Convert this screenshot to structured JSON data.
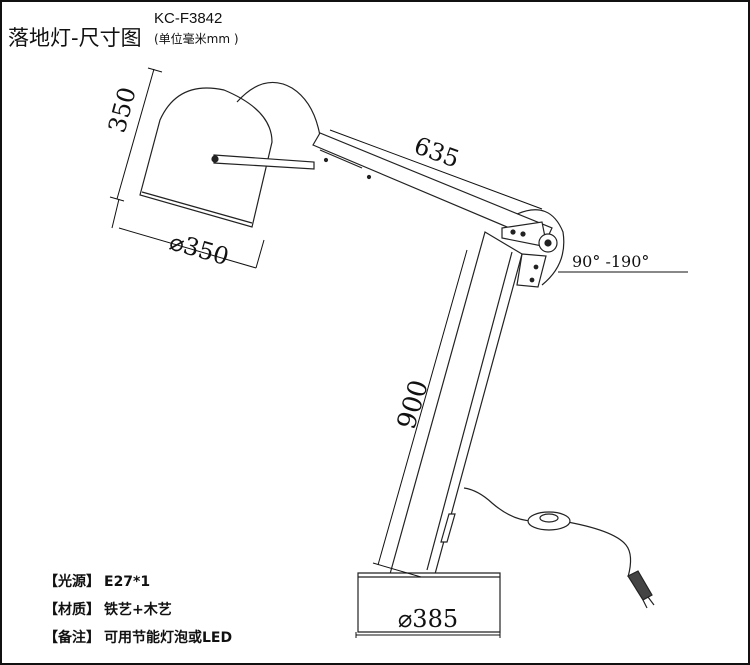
{
  "title": "落地灯-尺寸图",
  "model": "KC-F3842",
  "unit_note": "(单位毫米mm )",
  "dimensions": {
    "shade_height": "350",
    "shade_diameter": "⌀350",
    "arm_length": "635",
    "pole_length": "900",
    "rotation_angle": "90° -190°",
    "base_diameter": "⌀385"
  },
  "specs": [
    {
      "label": "【光源】",
      "value": "E27*1"
    },
    {
      "label": "【材质】",
      "value": "铁艺+木艺"
    },
    {
      "label": "【备注】",
      "value": "可用节能灯泡或LED"
    }
  ]
}
